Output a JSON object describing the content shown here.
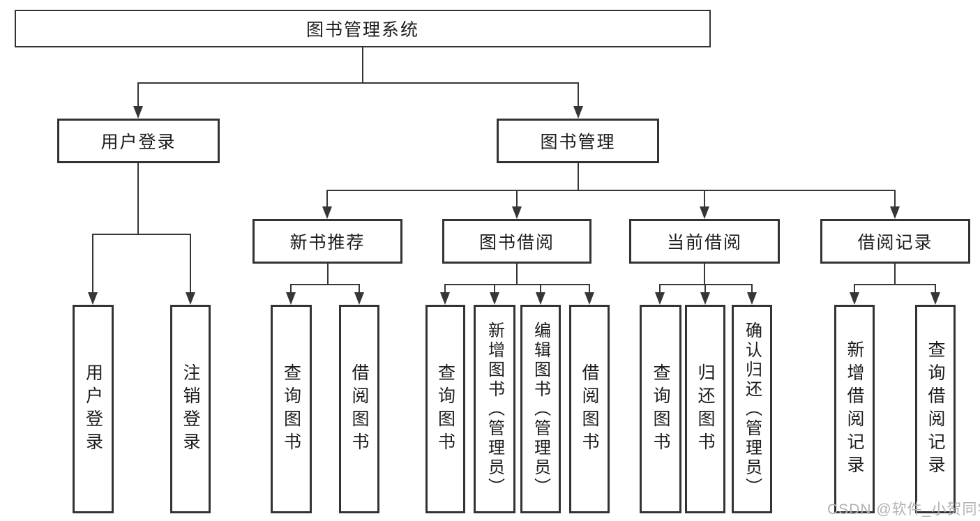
{
  "tree": {
    "root": "图书管理系统",
    "children": [
      {
        "label": "用户登录",
        "children": [
          {
            "label": "用户登录"
          },
          {
            "label": "注销登录"
          }
        ]
      },
      {
        "label": "图书管理",
        "children": [
          {
            "label": "新书推荐",
            "children": [
              {
                "label": "查询图书"
              },
              {
                "label": "借阅图书"
              }
            ]
          },
          {
            "label": "图书借阅",
            "children": [
              {
                "label": "查询图书"
              },
              {
                "label": "新增图书（管理员）"
              },
              {
                "label": "编辑图书（管理员）"
              },
              {
                "label": "借阅图书"
              }
            ]
          },
          {
            "label": "当前借阅",
            "children": [
              {
                "label": "查询图书"
              },
              {
                "label": "归还图书"
              },
              {
                "label": "确认归还（管理员）"
              }
            ]
          },
          {
            "label": "借阅记录",
            "children": [
              {
                "label": "新增借阅记录"
              },
              {
                "label": "查询借阅记录"
              }
            ]
          }
        ]
      }
    ]
  },
  "watermark": "CSDN @软件_小贺同学",
  "colors": {
    "line": "#363636",
    "box_border": "#333333",
    "text": "#1c1c1c",
    "background": "#ffffff",
    "watermark": "#b3b0b0"
  }
}
